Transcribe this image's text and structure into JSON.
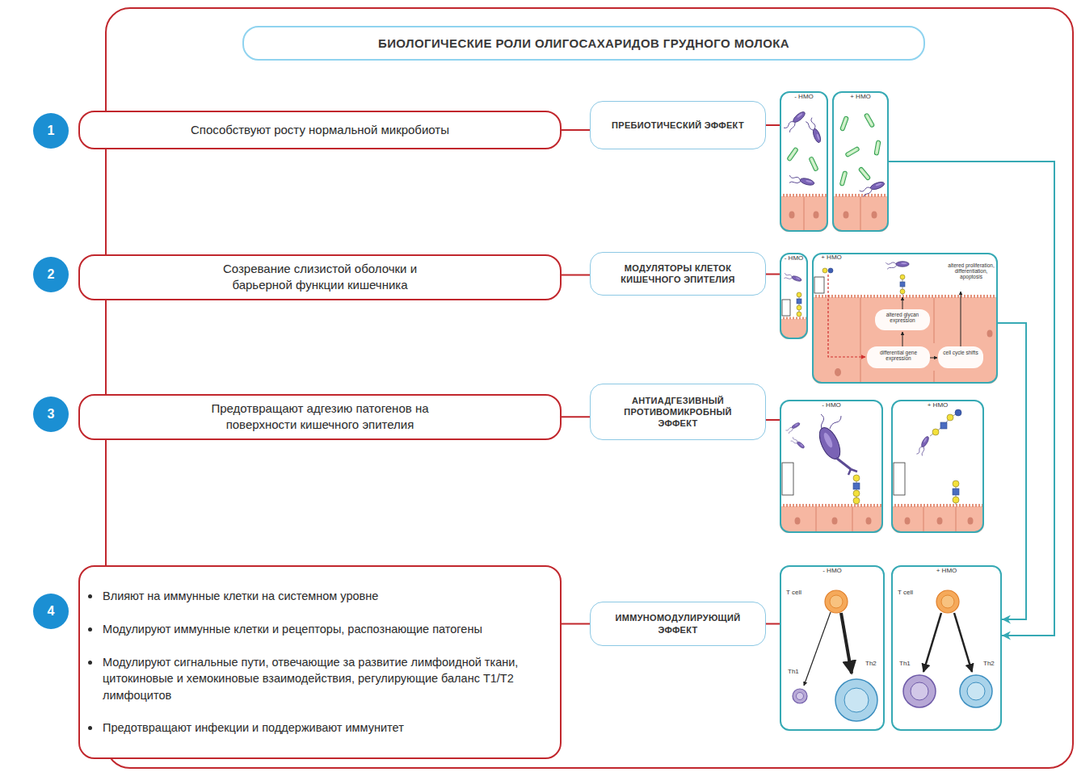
{
  "diagram": {
    "title": "БИОЛОГИЧЕСКИЕ РОЛИ ОЛИГОСАХАРИДОВ ГРУДНОГО МОЛОКА",
    "nodes": [
      {
        "text": [
          "1"
        ]
      },
      {
        "text": [
          "Способствуют росту нормальной микробиоты"
        ]
      },
      {
        "text": [
          "ПРЕБИОТИЧЕСКИЙ ЭФФЕКТ"
        ]
      },
      {
        "text": [
          "- HMO"
        ]
      },
      {
        "text": [
          "+ HMO"
        ]
      },
      {
        "text": [
          "2"
        ]
      },
      {
        "text": [
          "Созревание слизистой оболочки и барьерной функции кишечника"
        ]
      },
      {
        "text": [
          "МОДУЛЯТОРЫ КЛЕТОК КИШЕЧНОГО ЭПИТЕЛИЯ"
        ]
      },
      {
        "text": [
          "- HMO"
        ]
      },
      {
        "text": [
          "+ HMO",
          "altered proliferation, differentiation, apoptosis",
          "altered glycan expression",
          "differential gene expression",
          "cell cycle shifts"
        ]
      },
      {
        "text": [
          "3"
        ]
      },
      {
        "text": [
          "Предотвращают адгезию патогенов на поверхности кишечного эпителия"
        ]
      },
      {
        "text": [
          "АНТИАДГЕЗИВНЫЙ ПРОТИВОМИКРОБНЫЙ ЭФФЕКТ"
        ]
      },
      {
        "text": [
          "- HMO"
        ]
      },
      {
        "text": [
          "+ HMO"
        ]
      },
      {
        "text": [
          "4"
        ]
      },
      {
        "text": [
          "Влияют на иммунные клетки на системном уровне",
          "Модулируют иммунные клетки и рецепторы, распознающие патогены",
          "Модулируют сигнальные пути, отвечающие за развитие лимфоидной ткани, цитокиновые и хемокиновые взаимодействия, регулирующие баланс Т1/Т2 лимфоцитов",
          "Предотвращают инфекции и поддерживают иммунитет"
        ]
      },
      {
        "text": [
          "ИММУНОМОДУЛИРУЮЩИЙ ЭФФЕКТ"
        ]
      },
      {
        "text": [
          "- HMO",
          "T cell",
          "Th1",
          "Th2"
        ]
      },
      {
        "text": [
          "+ HMO",
          "T cell",
          "Th1",
          "Th2"
        ]
      }
    ],
    "edges": [
      {
        "from": 1,
        "to": 2,
        "arrow": "none"
      },
      {
        "from": 2,
        "to": 3,
        "arrow": "none"
      },
      {
        "from": 6,
        "to": 7,
        "arrow": "none"
      },
      {
        "from": 7,
        "to": 8,
        "arrow": "none"
      },
      {
        "from": 11,
        "to": 12,
        "arrow": "none"
      },
      {
        "from": 12,
        "to": 13,
        "arrow": "none"
      },
      {
        "from": 16,
        "to": 17,
        "arrow": "none"
      },
      {
        "from": 17,
        "to": 18,
        "arrow": "none"
      },
      {
        "from": 4,
        "to": 19,
        "arrow": "to"
      },
      {
        "from": 9,
        "to": 19,
        "arrow": "to"
      }
    ]
  }
}
